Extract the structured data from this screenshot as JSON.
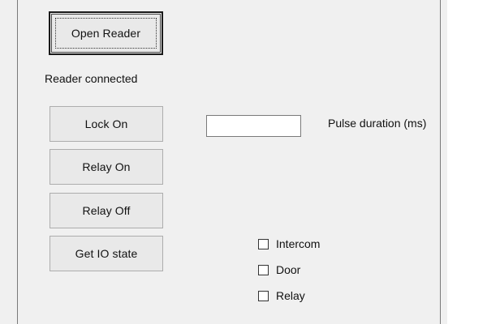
{
  "buttons": {
    "open_reader": "Open Reader",
    "lock_on": "Lock On",
    "relay_on": "Relay On",
    "relay_off": "Relay Off",
    "get_io_state": "Get IO state"
  },
  "status": {
    "reader_connected": "Reader connected"
  },
  "pulse": {
    "label": "Pulse duration (ms)",
    "value": ""
  },
  "io_state": [
    {
      "label": "Intercom",
      "checked": false
    },
    {
      "label": "Door",
      "checked": false
    },
    {
      "label": "Relay",
      "checked": false
    }
  ]
}
